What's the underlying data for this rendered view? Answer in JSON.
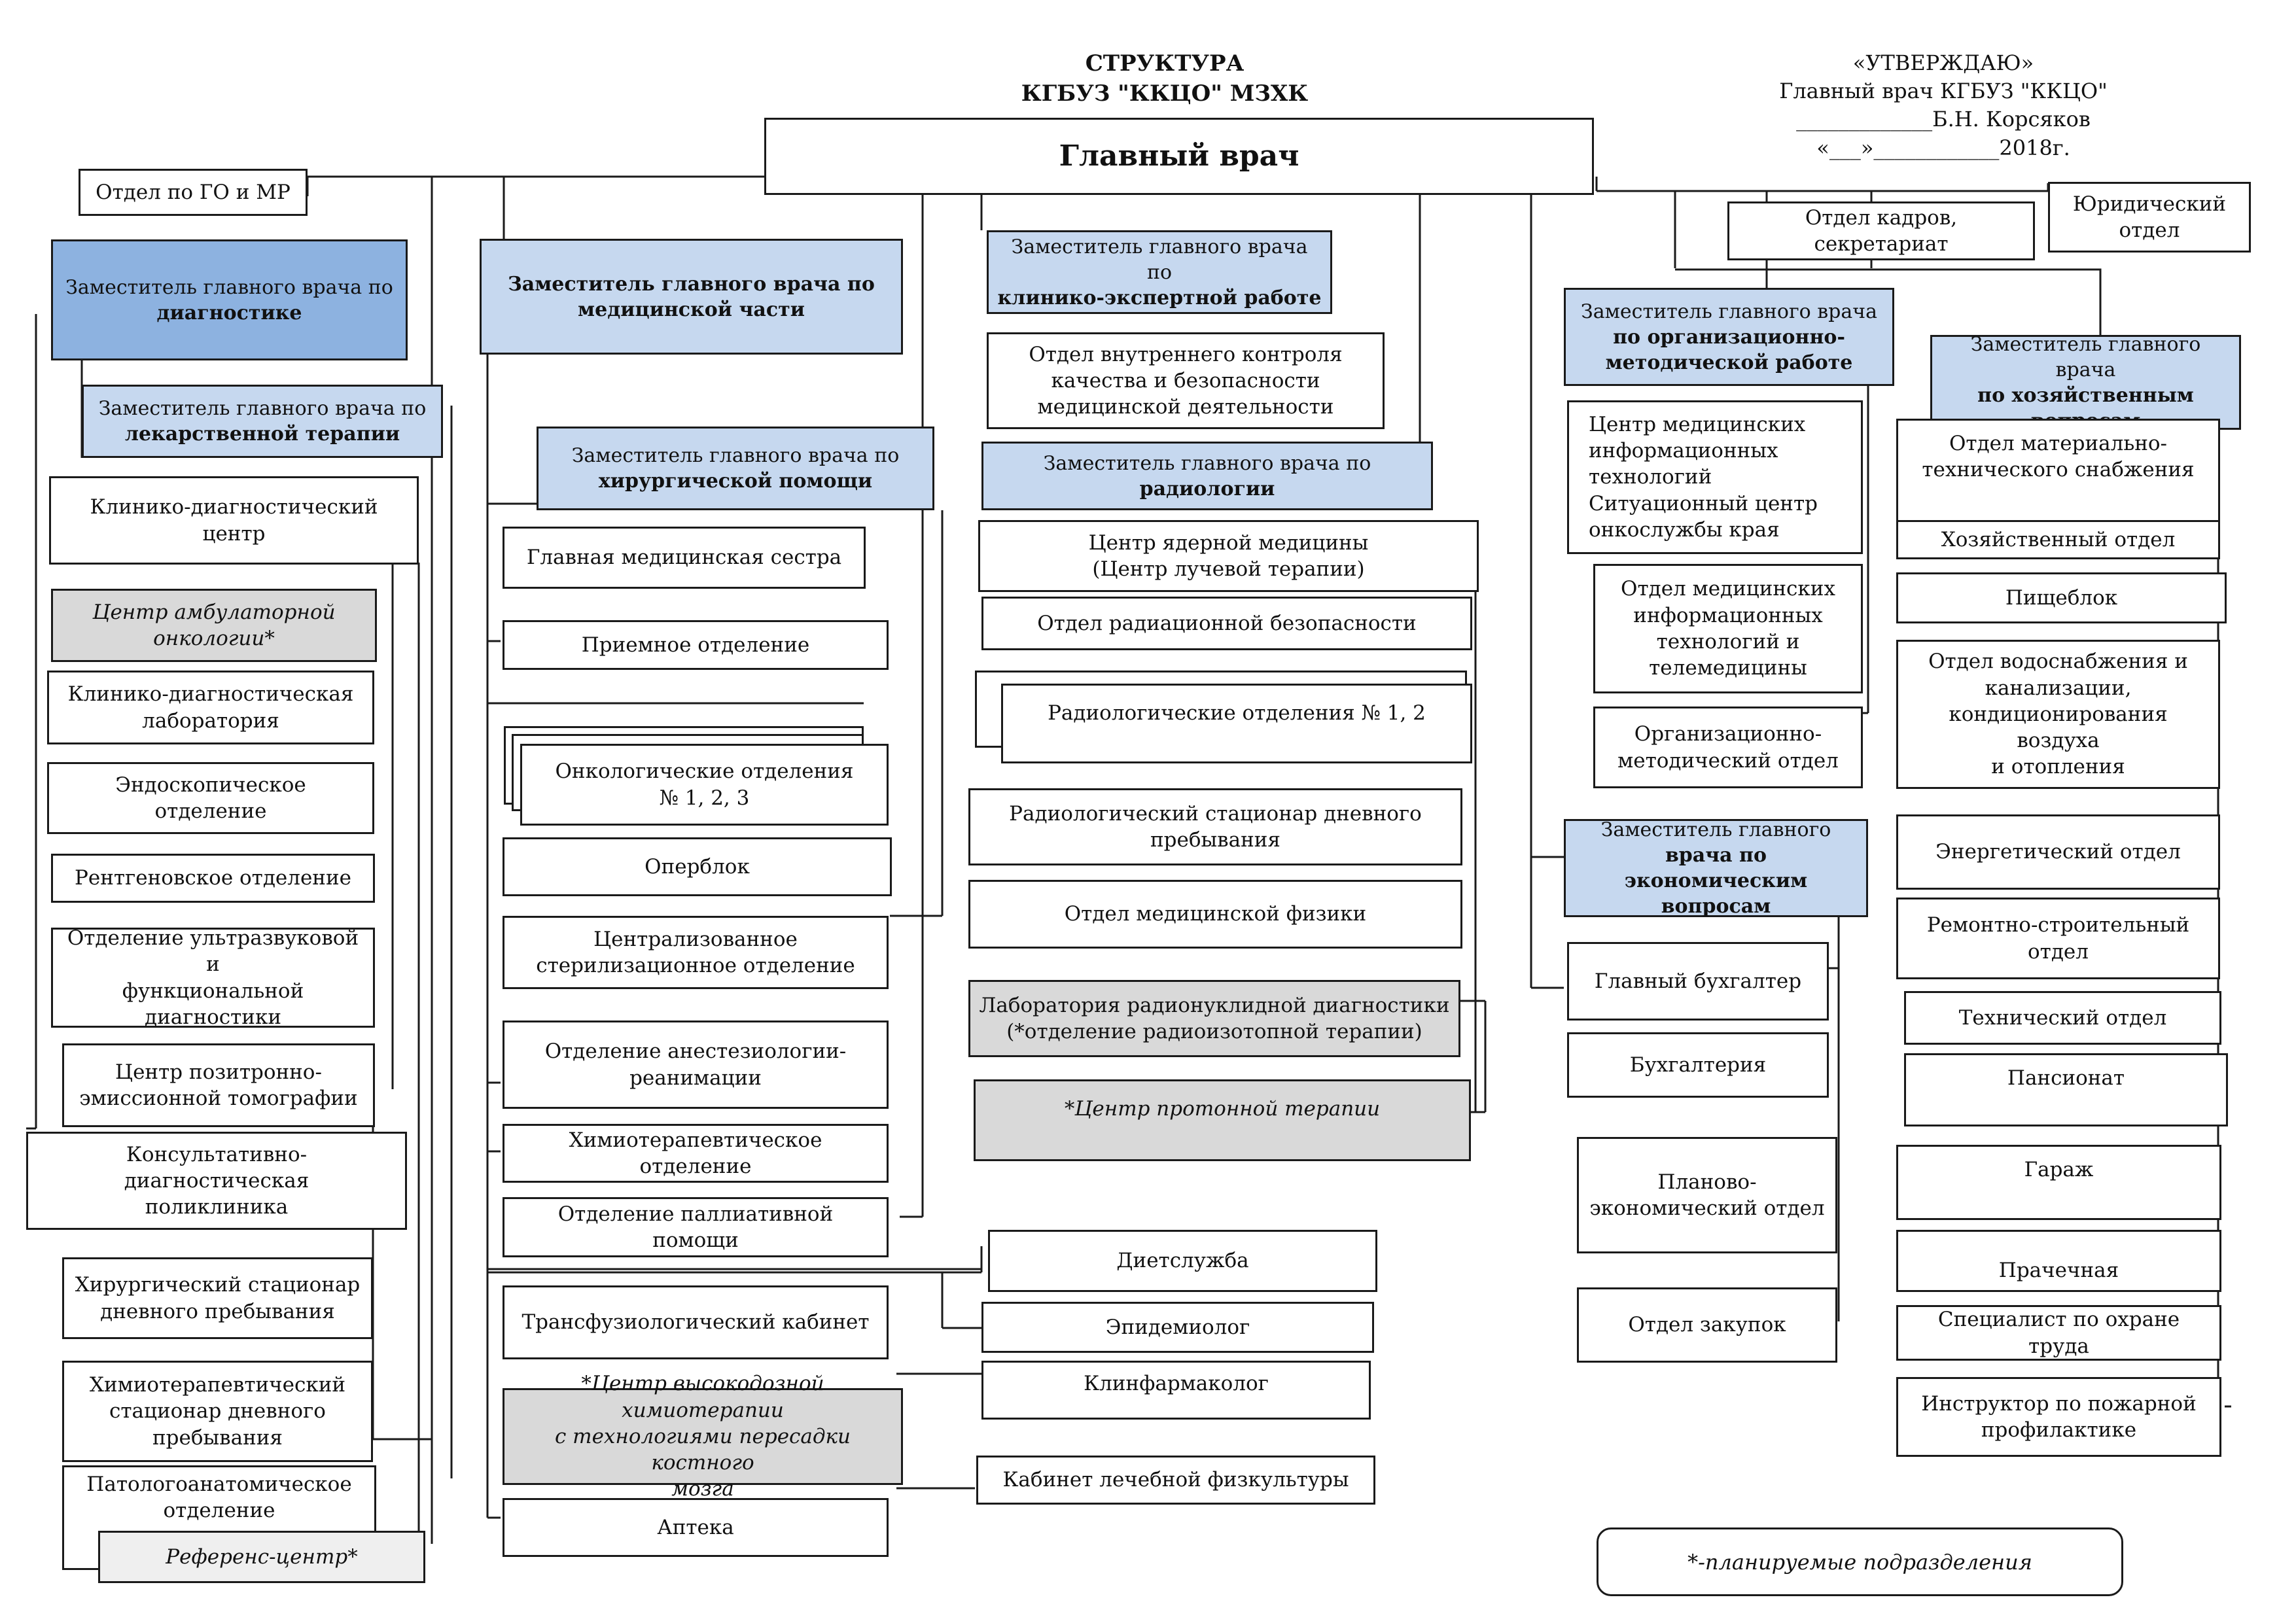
{
  "header": {
    "title_line1": "СТРУКТУРА",
    "title_line2": "КГБУЗ  \"ККЦО\"  МЗХК"
  },
  "approval": {
    "line1": "«УТВЕРЖДАЮ»",
    "line2": "Главный врач  КГБУЗ \"ККЦО\"",
    "line3": "_____________Б.Н. Корсяков",
    "line4": "«___»____________2018г."
  },
  "chief": {
    "label": "Главный врач"
  },
  "top_units": {
    "go_mr": "Отдел по ГО и МР",
    "hr": "Отдел кадров, секретариат",
    "legal": "Юридический\nотдел"
  },
  "deputies": {
    "diagnostics": {
      "pre": "Заместитель главного врача по",
      "bold": "диагностике"
    },
    "drug_therapy": {
      "pre": "Заместитель главного врача по",
      "bold": "лекарственной терапии"
    },
    "medical": {
      "pre": "",
      "bold": "Заместитель главного врача по\nмедицинской части"
    },
    "surgery": {
      "pre": "Заместитель главного врача по",
      "bold": "хирургической помощи"
    },
    "clinical_expert": {
      "pre": "Заместитель главного врача по",
      "bold": "клинико-экспертной работе"
    },
    "radiology": {
      "pre": "Заместитель главного врача по",
      "bold": "радиологии"
    },
    "org_method": {
      "pre": "Заместитель главного врача",
      "bold": "по организационно-\nметодической работе"
    },
    "economic": {
      "pre": "Заместитель главного",
      "bold": "врача по экономическим\nвопросам"
    },
    "household": {
      "pre": "Заместитель главного врача",
      "bold": "по хозяйственным\nвопросам"
    }
  },
  "col_diagnostics": [
    "Клинико-диагностический центр",
    "Центр амбулаторной\nонкологии*",
    "Клинико-диагностическая\nлаборатория",
    "Эндоскопическое отделение",
    "Рентгеновское отделение",
    "Отделение ультразвуковой и\nфункциональной\nдиагностики",
    "Центр позитронно-\nэмиссионной томографии",
    "Консультативно-диагностическая\nполиклиника",
    "Хирургический стационар\nдневного пребывания",
    "Химиотерапевтический\nстационар дневного\nпребывания",
    "Патологоанатомическое\nотделение",
    "Референс-центр*"
  ],
  "col_medical": [
    "Главная медицинская сестра",
    "Приемное отделение",
    "Онкологические отделения\n№ 1, 2, 3",
    "Оперблок",
    "Централизованное\nстерилизационное отделение",
    "Отделение анестезиологии-\nреанимации",
    "Химиотерапевтическое отделение",
    "Отделение паллиативной помощи",
    "Трансфузиологический кабинет",
    "*Центр высокодозной химиотерапии\nс технологиями пересадки костного\nмозга",
    "Аптека"
  ],
  "col_expert": [
    "Отдел внутреннего контроля\nкачества и безопасности\nмедицинской деятельности"
  ],
  "col_radiology": [
    "Центр ядерной медицины\n(Центр лучевой терапии)",
    "Отдел радиационной безопасности",
    "Радиологические отделения № 1, 2",
    "Радиологический стационар дневного\nпребывания",
    "Отдел медицинской физики",
    "Лаборатория радионуклидной диагностики\n(*отделение радиоизотопной терапии)",
    "*Центр протонной терапии"
  ],
  "col_chief_direct": [
    "Диетслужба",
    "Эпидемиолог",
    "Клинфармаколог",
    "Кабинет лечебной физкультуры"
  ],
  "col_org_method": [
    "Центр медицинских\nинформационных\nтехнологий\nСитуационный центр\nонкослужбы края",
    "Отдел медицинских\nинформационных\nтехнологий и\nтелемедицины",
    "Организационно-\nметодический отдел"
  ],
  "col_economic": [
    "Главный бухгалтер",
    "Бухгалтерия",
    "Планово-\nэкономический отдел",
    "Отдел закупок"
  ],
  "col_household": [
    "Отдел материально-\nтехнического снабжения",
    "Хозяйственный  отдел",
    "Пищеблок",
    "Отдел водоснабжения и\nканализации,\nкондиционирования воздуха\nи отопления",
    "Энергетический отдел",
    "Ремонтно-строительный\nотдел",
    "Технический отдел",
    "Пансионат",
    "Гараж",
    "Прачечная",
    "Специалист по охране труда",
    "Инструктор по пожарной\nпрофилактике"
  ],
  "legend": "*-планируемые подразделения"
}
